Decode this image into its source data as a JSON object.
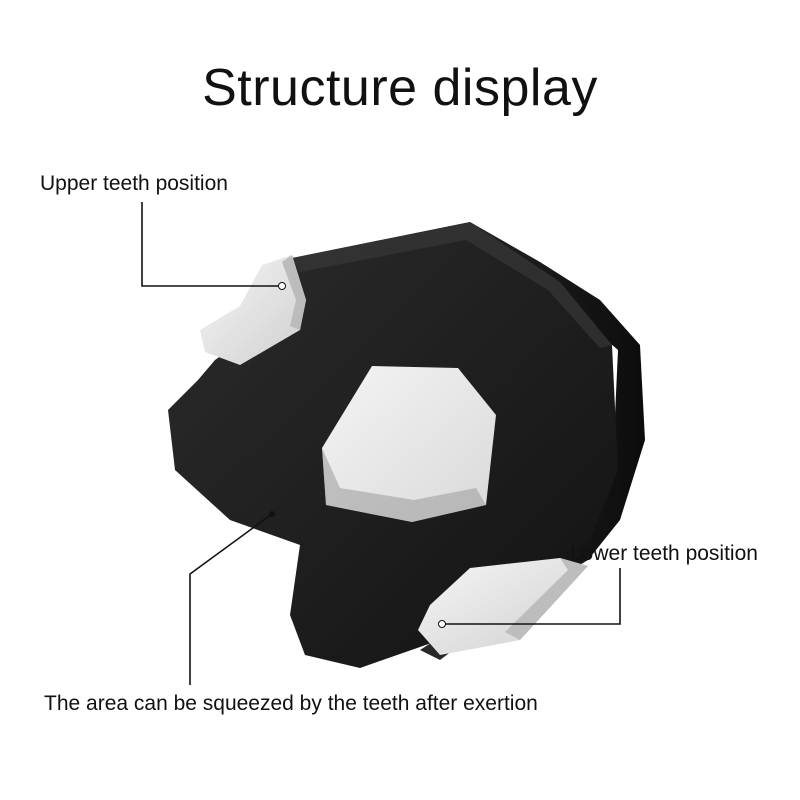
{
  "title": "Structure display",
  "callouts": {
    "upper": "Upper teeth position",
    "lower": "Lower teeth position",
    "squeeze": "The area can be squeezed by the teeth after exertion"
  },
  "colors": {
    "body": "#1b1b1b",
    "tab": "#e6e6e6",
    "leader": "#111111"
  }
}
